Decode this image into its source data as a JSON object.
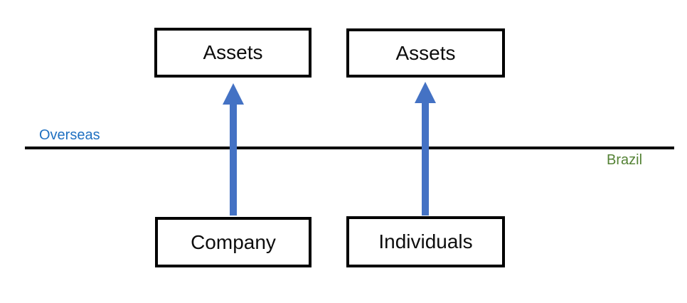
{
  "diagram": {
    "boxes": {
      "assets_left": "Assets",
      "assets_right": "Assets",
      "company": "Company",
      "individuals": "Individuals"
    },
    "divider": {
      "above_label": "Overseas",
      "below_label": "Brazil"
    },
    "arrows": [
      {
        "name": "company-to-assets-arrow",
        "from": "Company",
        "to": "Assets",
        "direction": "up"
      },
      {
        "name": "individuals-to-assets-arrow",
        "from": "Individuals",
        "to": "Assets",
        "direction": "up"
      }
    ],
    "colors": {
      "arrow": "#4472C4",
      "overseas_text": "#1F70C1",
      "brazil_text": "#548235",
      "box_border": "#000000",
      "divider_line": "#000000",
      "box_text": "#0d0d0d",
      "background": "#ffffff"
    }
  }
}
